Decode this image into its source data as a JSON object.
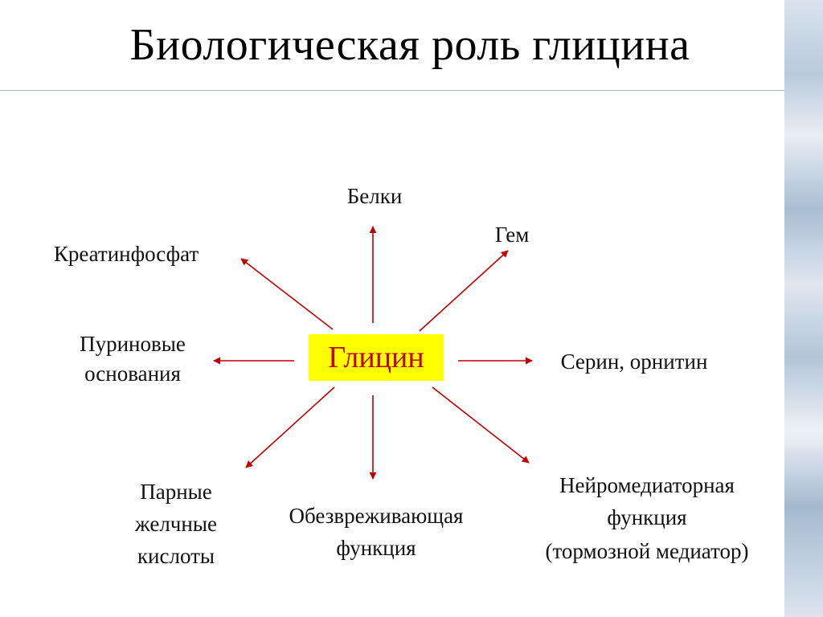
{
  "slide": {
    "title": "Биологическая роль глицина",
    "center": "Глицин",
    "nodes": {
      "belki": "Белки",
      "gem": "Гем",
      "kreatin": "Креатинфосфат",
      "purin_1": "Пуриновые",
      "purin_2": "основания",
      "serin": "Серин, орнитин",
      "parnye_1": "Парные",
      "parnye_2": "желчные",
      "parnye_3": "кислоты",
      "obezvr_1": "Обезвреживающая",
      "obezvr_2": "функция",
      "neiro_1": "Нейромедиаторная",
      "neiro_2": "функция",
      "neiro_3": "(тормозной медиатор)"
    }
  },
  "colors": {
    "arrow": "#c00000",
    "center_fill": "#ffff00",
    "center_text": "#c00000"
  }
}
